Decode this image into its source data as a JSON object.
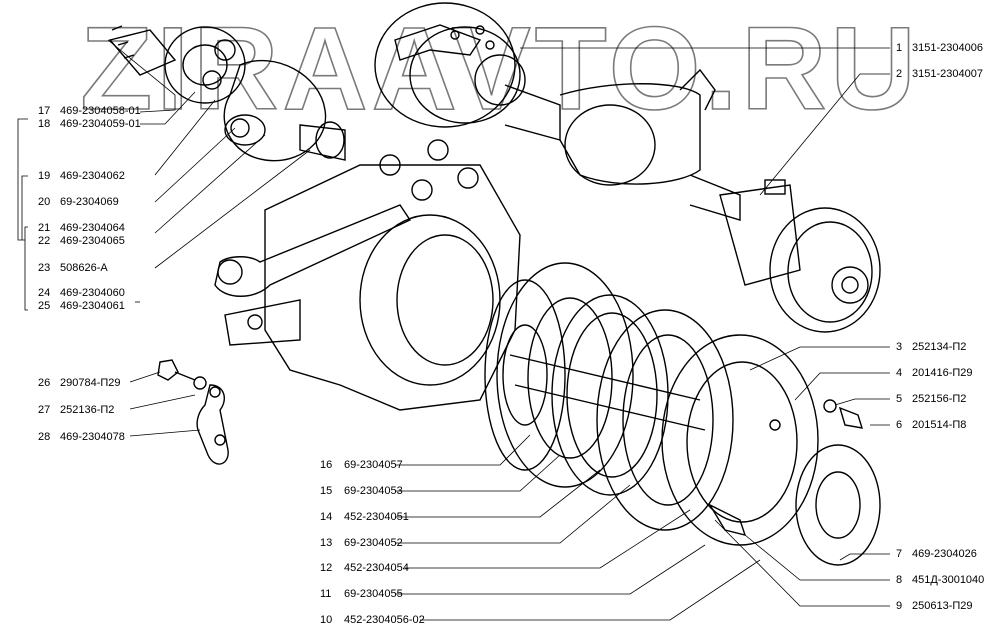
{
  "watermark": {
    "text": "ZIRAAVTO.RU"
  },
  "callouts_left": [
    {
      "num": "17",
      "part": "469-2304058-01"
    },
    {
      "num": "18",
      "part": "469-2304059-01"
    },
    {
      "num": "19",
      "part": "469-2304062"
    },
    {
      "num": "20",
      "part": "69-2304069"
    },
    {
      "num": "21",
      "part": "469-2304064"
    },
    {
      "num": "22",
      "part": "469-2304065"
    },
    {
      "num": "23",
      "part": "508626-A"
    },
    {
      "num": "24",
      "part": "469-2304060"
    },
    {
      "num": "25",
      "part": "469-2304061"
    },
    {
      "num": "26",
      "part": "290784-П29"
    },
    {
      "num": "27",
      "part": "252136-П2"
    },
    {
      "num": "28",
      "part": "469-2304078"
    }
  ],
  "callouts_bottom": [
    {
      "num": "16",
      "part": "69-2304057"
    },
    {
      "num": "15",
      "part": "69-2304053"
    },
    {
      "num": "14",
      "part": "452-2304051"
    },
    {
      "num": "13",
      "part": "69-2304052"
    },
    {
      "num": "12",
      "part": "452-2304054"
    },
    {
      "num": "11",
      "part": "69-2304055"
    },
    {
      "num": "10",
      "part": "452-2304056-02"
    }
  ],
  "callouts_right": [
    {
      "num": "1",
      "part": "3151-2304006"
    },
    {
      "num": "2",
      "part": "3151-2304007"
    },
    {
      "num": "3",
      "part": "252134-П2"
    },
    {
      "num": "4",
      "part": "201416-П29"
    },
    {
      "num": "5",
      "part": "252156-П2"
    },
    {
      "num": "6",
      "part": "201514-П8"
    },
    {
      "num": "7",
      "part": "469-2304026"
    },
    {
      "num": "8",
      "part": "451Д-3001040"
    },
    {
      "num": "9",
      "part": "250613-П29"
    }
  ],
  "colors": {
    "ink": "#000000",
    "watermark_stroke": "#7a7a7a",
    "paper": "#ffffff"
  }
}
